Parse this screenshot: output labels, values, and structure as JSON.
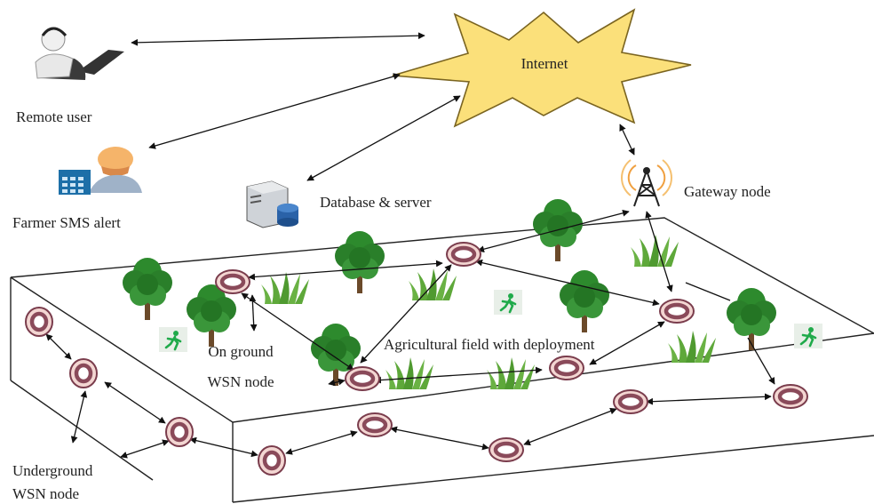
{
  "internet_label": "Internet",
  "labels": {
    "remote_user": "Remote user",
    "farmer_sms": "Farmer SMS alert",
    "database": "Database & server",
    "gateway": "Gateway node",
    "field": "Agricultural field with deployment",
    "on_ground_1": "On ground",
    "on_ground_2": "WSN node",
    "underground_1": "Underground",
    "underground_2": "WSN node"
  },
  "colors": {
    "internet_fill": "#fbe07a",
    "node_fill": "#f3d6d2",
    "node_ring": "#8a4a5a",
    "tree": "#2d8a2d",
    "grass": "#5ea83a",
    "sign": "#1faa4a",
    "link": "#111111"
  },
  "icons": [
    "remote-user-icon",
    "farmer-sms-icon",
    "database-server-icon",
    "gateway-tower-icon",
    "tree-icon",
    "grass-icon",
    "walking-person-sign-icon",
    "wsn-node-icon"
  ]
}
